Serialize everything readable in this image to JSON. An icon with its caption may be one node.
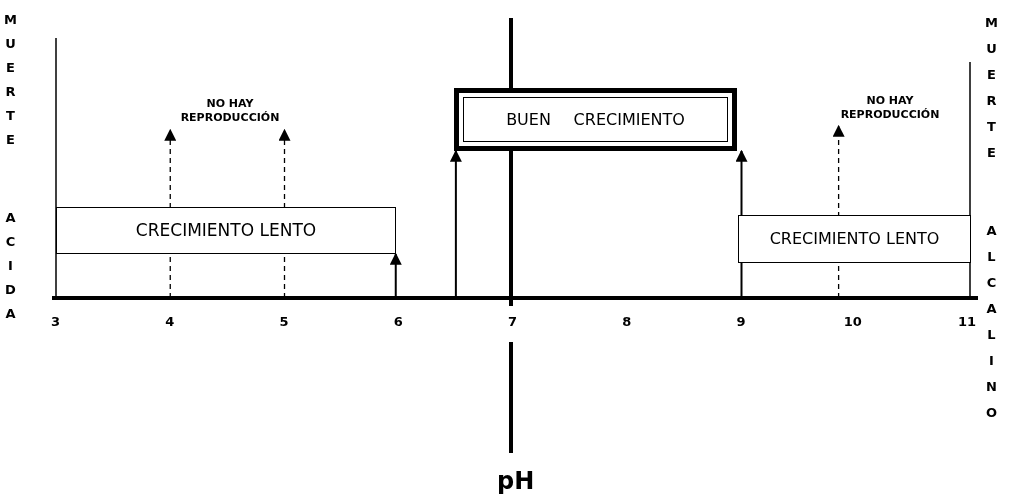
{
  "diagram": {
    "nodes": [
      {
        "text": [
          "CRECIMIENTO LENTO"
        ]
      },
      {
        "text": [
          "BUEN CRECIMIENTO"
        ]
      },
      {
        "text": [
          "CRECIMIENTO LENTO"
        ]
      },
      {
        "text": [
          "NO HAY REPRODUCCIÓN"
        ]
      },
      {
        "text": [
          "NO HAY REPRODUCCIÓN"
        ]
      }
    ],
    "edges": [
      {
        "from": null,
        "to": 3,
        "arrow": "to",
        "style": "dashed"
      },
      {
        "from": null,
        "to": 3,
        "arrow": "to",
        "style": "dashed"
      },
      {
        "from": null,
        "to": 0,
        "arrow": "to"
      },
      {
        "from": null,
        "to": 1,
        "arrow": "to"
      },
      {
        "from": null,
        "to": 1,
        "arrow": "to"
      },
      {
        "from": null,
        "to": 4,
        "arrow": "to",
        "style": "dashed"
      }
    ],
    "labels": [
      "MUERTE",
      "ACIDA",
      "MUERTE",
      "ALCALINO",
      "3",
      "4",
      "5",
      "6",
      "7",
      "8",
      "9",
      "10",
      "11",
      "pH"
    ]
  }
}
